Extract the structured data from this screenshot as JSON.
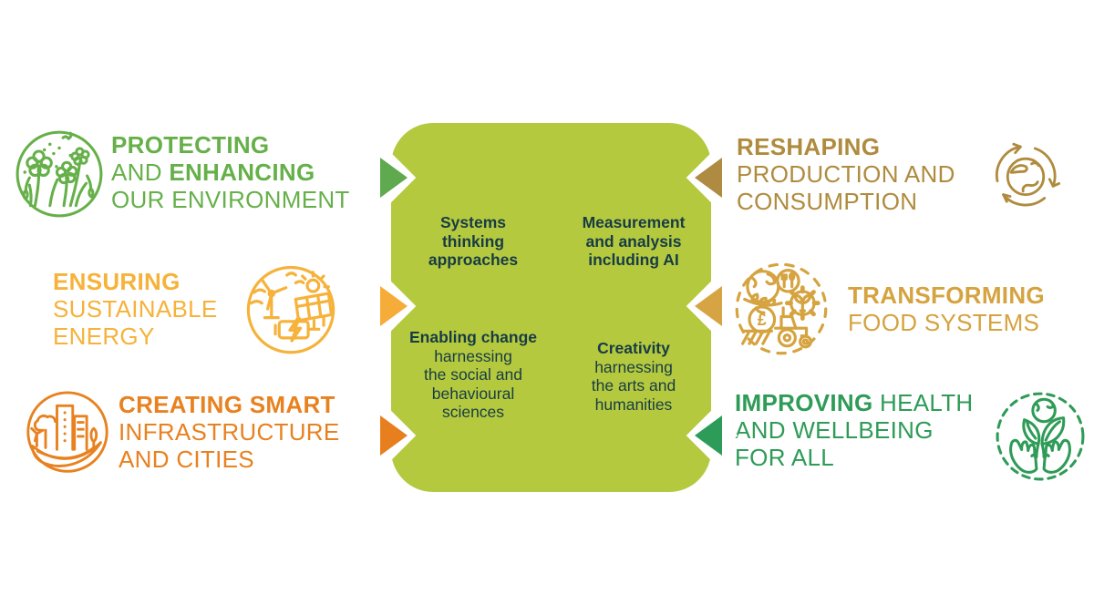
{
  "colors": {
    "background": "#FFFFFF",
    "box_bg": "#B5C93E",
    "box_text": "#173C46"
  },
  "themes": [
    {
      "id": "protecting-and-enhancing-our-environment",
      "side": "left",
      "color": "#66B04A",
      "icon": "meadow-flowers-icon",
      "lines": [
        [
          {
            "t": "PROTECTING",
            "b": true
          }
        ],
        [
          {
            "t": "AND ",
            "b": false
          },
          {
            "t": "ENHANCING",
            "b": true
          }
        ],
        [
          {
            "t": "OUR ENVIRONMENT",
            "b": false
          }
        ]
      ]
    },
    {
      "id": "ensuring-sustainable-energy",
      "side": "left",
      "color": "#F6B23A",
      "icon": "renewable-energy-icon",
      "lines": [
        [
          {
            "t": "ENSURING",
            "b": true
          }
        ],
        [
          {
            "t": "SUSTAINABLE",
            "b": false
          }
        ],
        [
          {
            "t": "ENERGY",
            "b": false
          }
        ]
      ]
    },
    {
      "id": "creating-smart-infrastructure-and-cities",
      "side": "left",
      "color": "#E8811F",
      "icon": "smart-city-icon",
      "lines": [
        [
          {
            "t": "CREATING SMART",
            "b": true
          }
        ],
        [
          {
            "t": "INFRASTRUCTURE",
            "b": false
          }
        ],
        [
          {
            "t": "AND CITIES",
            "b": false
          }
        ]
      ]
    },
    {
      "id": "reshaping-production-and-consumption",
      "side": "right",
      "color": "#AF8B3E",
      "icon": "globe-recycle-icon",
      "lines": [
        [
          {
            "t": "RESHAPING",
            "b": true
          }
        ],
        [
          {
            "t": "PRODUCTION AND",
            "b": false
          }
        ],
        [
          {
            "t": "CONSUMPTION",
            "b": false
          }
        ]
      ]
    },
    {
      "id": "transforming-food-systems",
      "side": "right",
      "color": "#D5A33F",
      "icon": "food-systems-icon",
      "lines": [
        [
          {
            "t": "TRANSFORMING",
            "b": true
          }
        ],
        [
          {
            "t": "FOOD SYSTEMS",
            "b": false
          }
        ]
      ]
    },
    {
      "id": "improving-health-and-wellbeing-for-all",
      "side": "right",
      "color": "#2E9B57",
      "icon": "health-hands-icon",
      "lines": [
        [
          {
            "t": "IMPROVING",
            "b": true
          },
          {
            "t": " HEALTH",
            "b": false
          }
        ],
        [
          {
            "t": "AND WELLBEING",
            "b": false
          }
        ],
        [
          {
            "t": "FOR ALL",
            "b": false
          }
        ]
      ]
    }
  ],
  "center": {
    "approaches": [
      {
        "id": "systems-thinking",
        "title_lines": [
          "Systems",
          "thinking",
          "approaches"
        ],
        "desc_lines": []
      },
      {
        "id": "measurement-analysis-ai",
        "title_lines": [
          "Measurement",
          "and analysis",
          "including AI"
        ],
        "desc_lines": []
      },
      {
        "id": "enabling-change",
        "title_lines": [
          "Enabling change"
        ],
        "desc_lines": [
          "harnessing",
          "the social and",
          "behavioural",
          "sciences"
        ]
      },
      {
        "id": "creativity",
        "title_lines": [
          "Creativity"
        ],
        "desc_lines": [
          "harnessing",
          "the arts and",
          "humanities"
        ]
      }
    ]
  },
  "arrows": {
    "left": [
      {
        "color": "#5FA94F"
      },
      {
        "color": "#F6AC38"
      },
      {
        "color": "#E87F1F"
      }
    ],
    "right": [
      {
        "color": "#AF8B41"
      },
      {
        "color": "#D7A443"
      },
      {
        "color": "#2E9C59"
      }
    ]
  },
  "glyphs": {
    "pound": "£"
  }
}
